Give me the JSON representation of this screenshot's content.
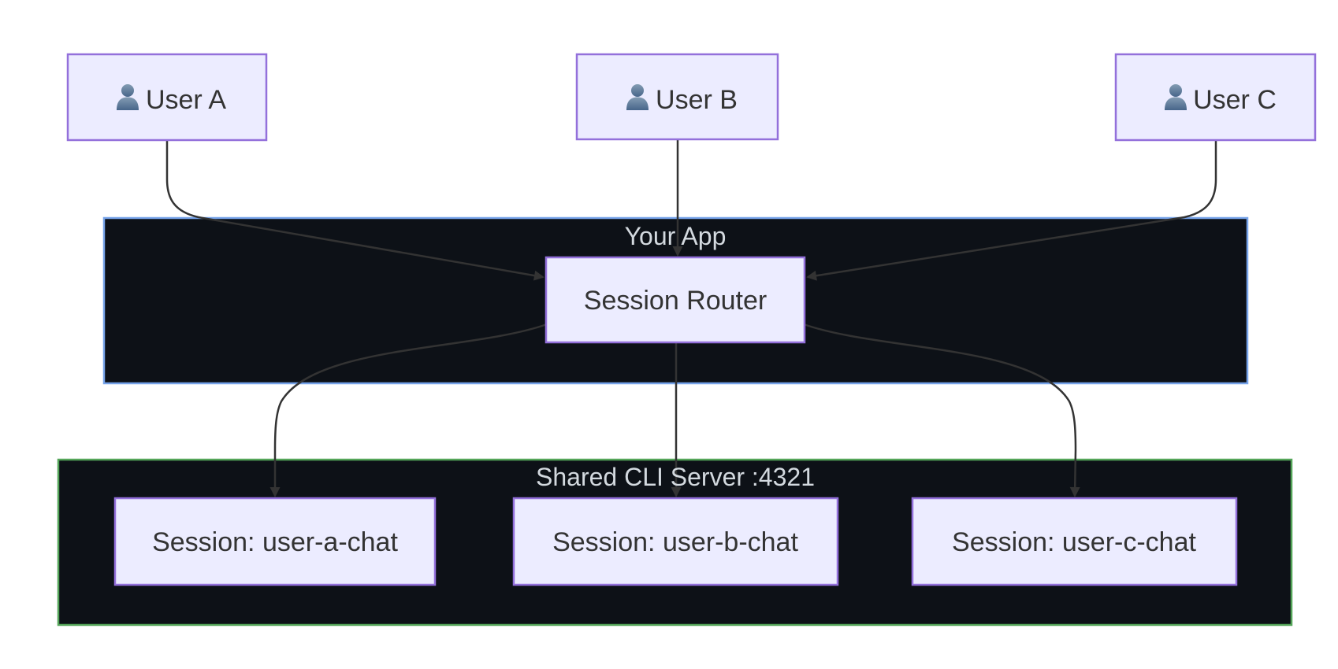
{
  "diagram": {
    "users": [
      {
        "label": "User A",
        "icon": "user-icon"
      },
      {
        "label": "User B",
        "icon": "user-icon"
      },
      {
        "label": "User C",
        "icon": "user-icon"
      }
    ],
    "app_cluster": {
      "title": "Your App",
      "router_label": "Session Router"
    },
    "cli_cluster": {
      "title": "Shared CLI Server :4321",
      "sessions": [
        {
          "label": "Session: user-a-chat"
        },
        {
          "label": "Session: user-b-chat"
        },
        {
          "label": "Session: user-c-chat"
        }
      ]
    }
  },
  "colors": {
    "node_fill": "#ECECFF",
    "node_border": "#9370DB",
    "node_text": "#333333",
    "cluster_fill": "#0d1117",
    "app_cluster_border": "#76a3ea",
    "cli_cluster_border": "#54a559",
    "cluster_title_text": "#d3d9df",
    "edge": "#333333",
    "icon_top": "#849cb3",
    "icon_bottom": "#47658a"
  }
}
